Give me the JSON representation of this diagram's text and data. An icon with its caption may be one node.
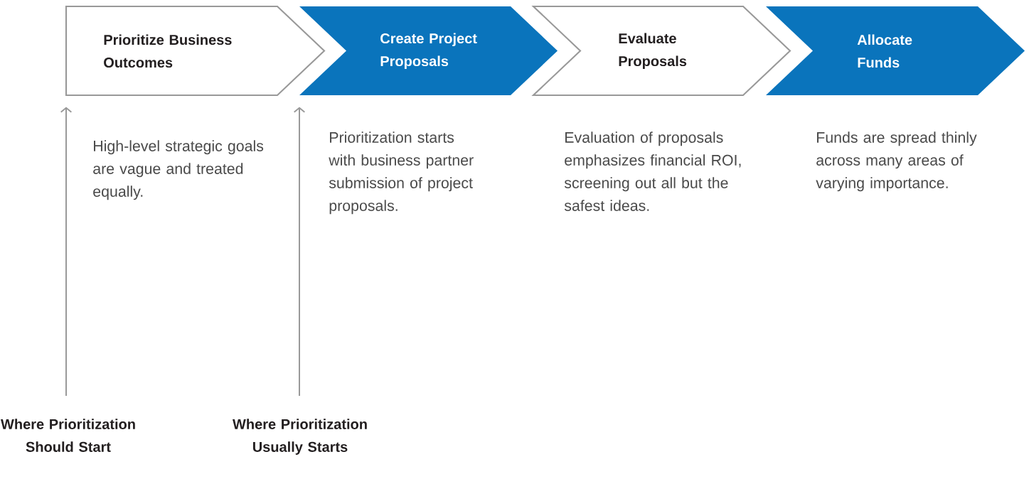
{
  "diagram": {
    "nodes": [
      {
        "text": [
          "Prioritize Business Outcomes"
        ],
        "beside": [
          "High-level strategic goals are vague and treated equally."
        ]
      },
      {
        "text": [
          "Create Project Proposals"
        ],
        "beside": [
          "Prioritization starts with business partner submission of project proposals."
        ]
      },
      {
        "text": [
          "Evaluate Proposals"
        ],
        "beside": [
          "Evaluation of proposals emphasizes financial ROI, screening out all but the safest ideas."
        ]
      },
      {
        "text": [
          "Allocate Funds"
        ],
        "beside": [
          "Funds are spread thinly across many areas of varying importance."
        ]
      },
      {
        "text": [
          "Where Prioritization Should Start"
        ]
      },
      {
        "text": [
          "Where Prioritization Usually Starts"
        ]
      }
    ],
    "edges": [
      {
        "from": 4,
        "to": 0,
        "arrow": "to"
      },
      {
        "from": 5,
        "to": 1,
        "arrow": "to"
      }
    ]
  }
}
